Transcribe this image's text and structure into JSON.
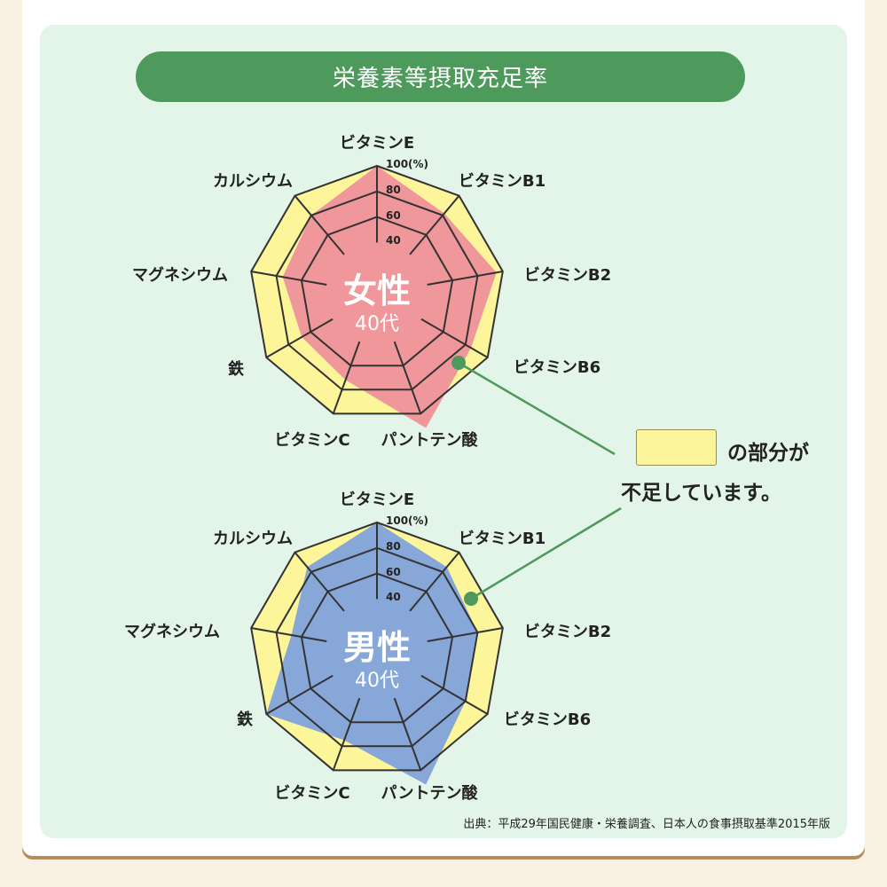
{
  "title": "栄養素等摂取充足率",
  "legend": {
    "line1": "の部分が",
    "line2": "不足しています。",
    "shortfall_color": "#fdf59a"
  },
  "source": "出典：平成29年国民健康・栄養調査、日本人の食事摂取基準2015年版",
  "colors": {
    "female": "#f0979b",
    "male": "#87a7d9",
    "grid": "#333333",
    "callout": "#4e9a5c"
  },
  "chart_data": [
    {
      "type": "radar",
      "title": "女性",
      "subtitle": "40代",
      "axes": [
        "ビタミンE",
        "ビタミンB1",
        "ビタミンB2",
        "ビタミンB6",
        "パントテン酸",
        "ビタミンC",
        "鉄",
        "マグネシウム",
        "カルシウム"
      ],
      "ticks": [
        "40",
        "60",
        "80",
        "100(%)"
      ],
      "range": [
        0,
        100
      ],
      "values": [
        100,
        82,
        95,
        85,
        112,
        72,
        68,
        75,
        80
      ]
    },
    {
      "type": "radar",
      "title": "男性",
      "subtitle": "40代",
      "axes": [
        "ビタミンE",
        "ビタミンB1",
        "ビタミンB2",
        "ビタミンB6",
        "パントテン酸",
        "ビタミンC",
        "鉄",
        "マグネシウム",
        "カルシウム"
      ],
      "ticks": [
        "40",
        "60",
        "80",
        "100(%)"
      ],
      "range": [
        0,
        100
      ],
      "values": [
        100,
        85,
        80,
        80,
        112,
        75,
        100,
        68,
        85
      ]
    }
  ]
}
